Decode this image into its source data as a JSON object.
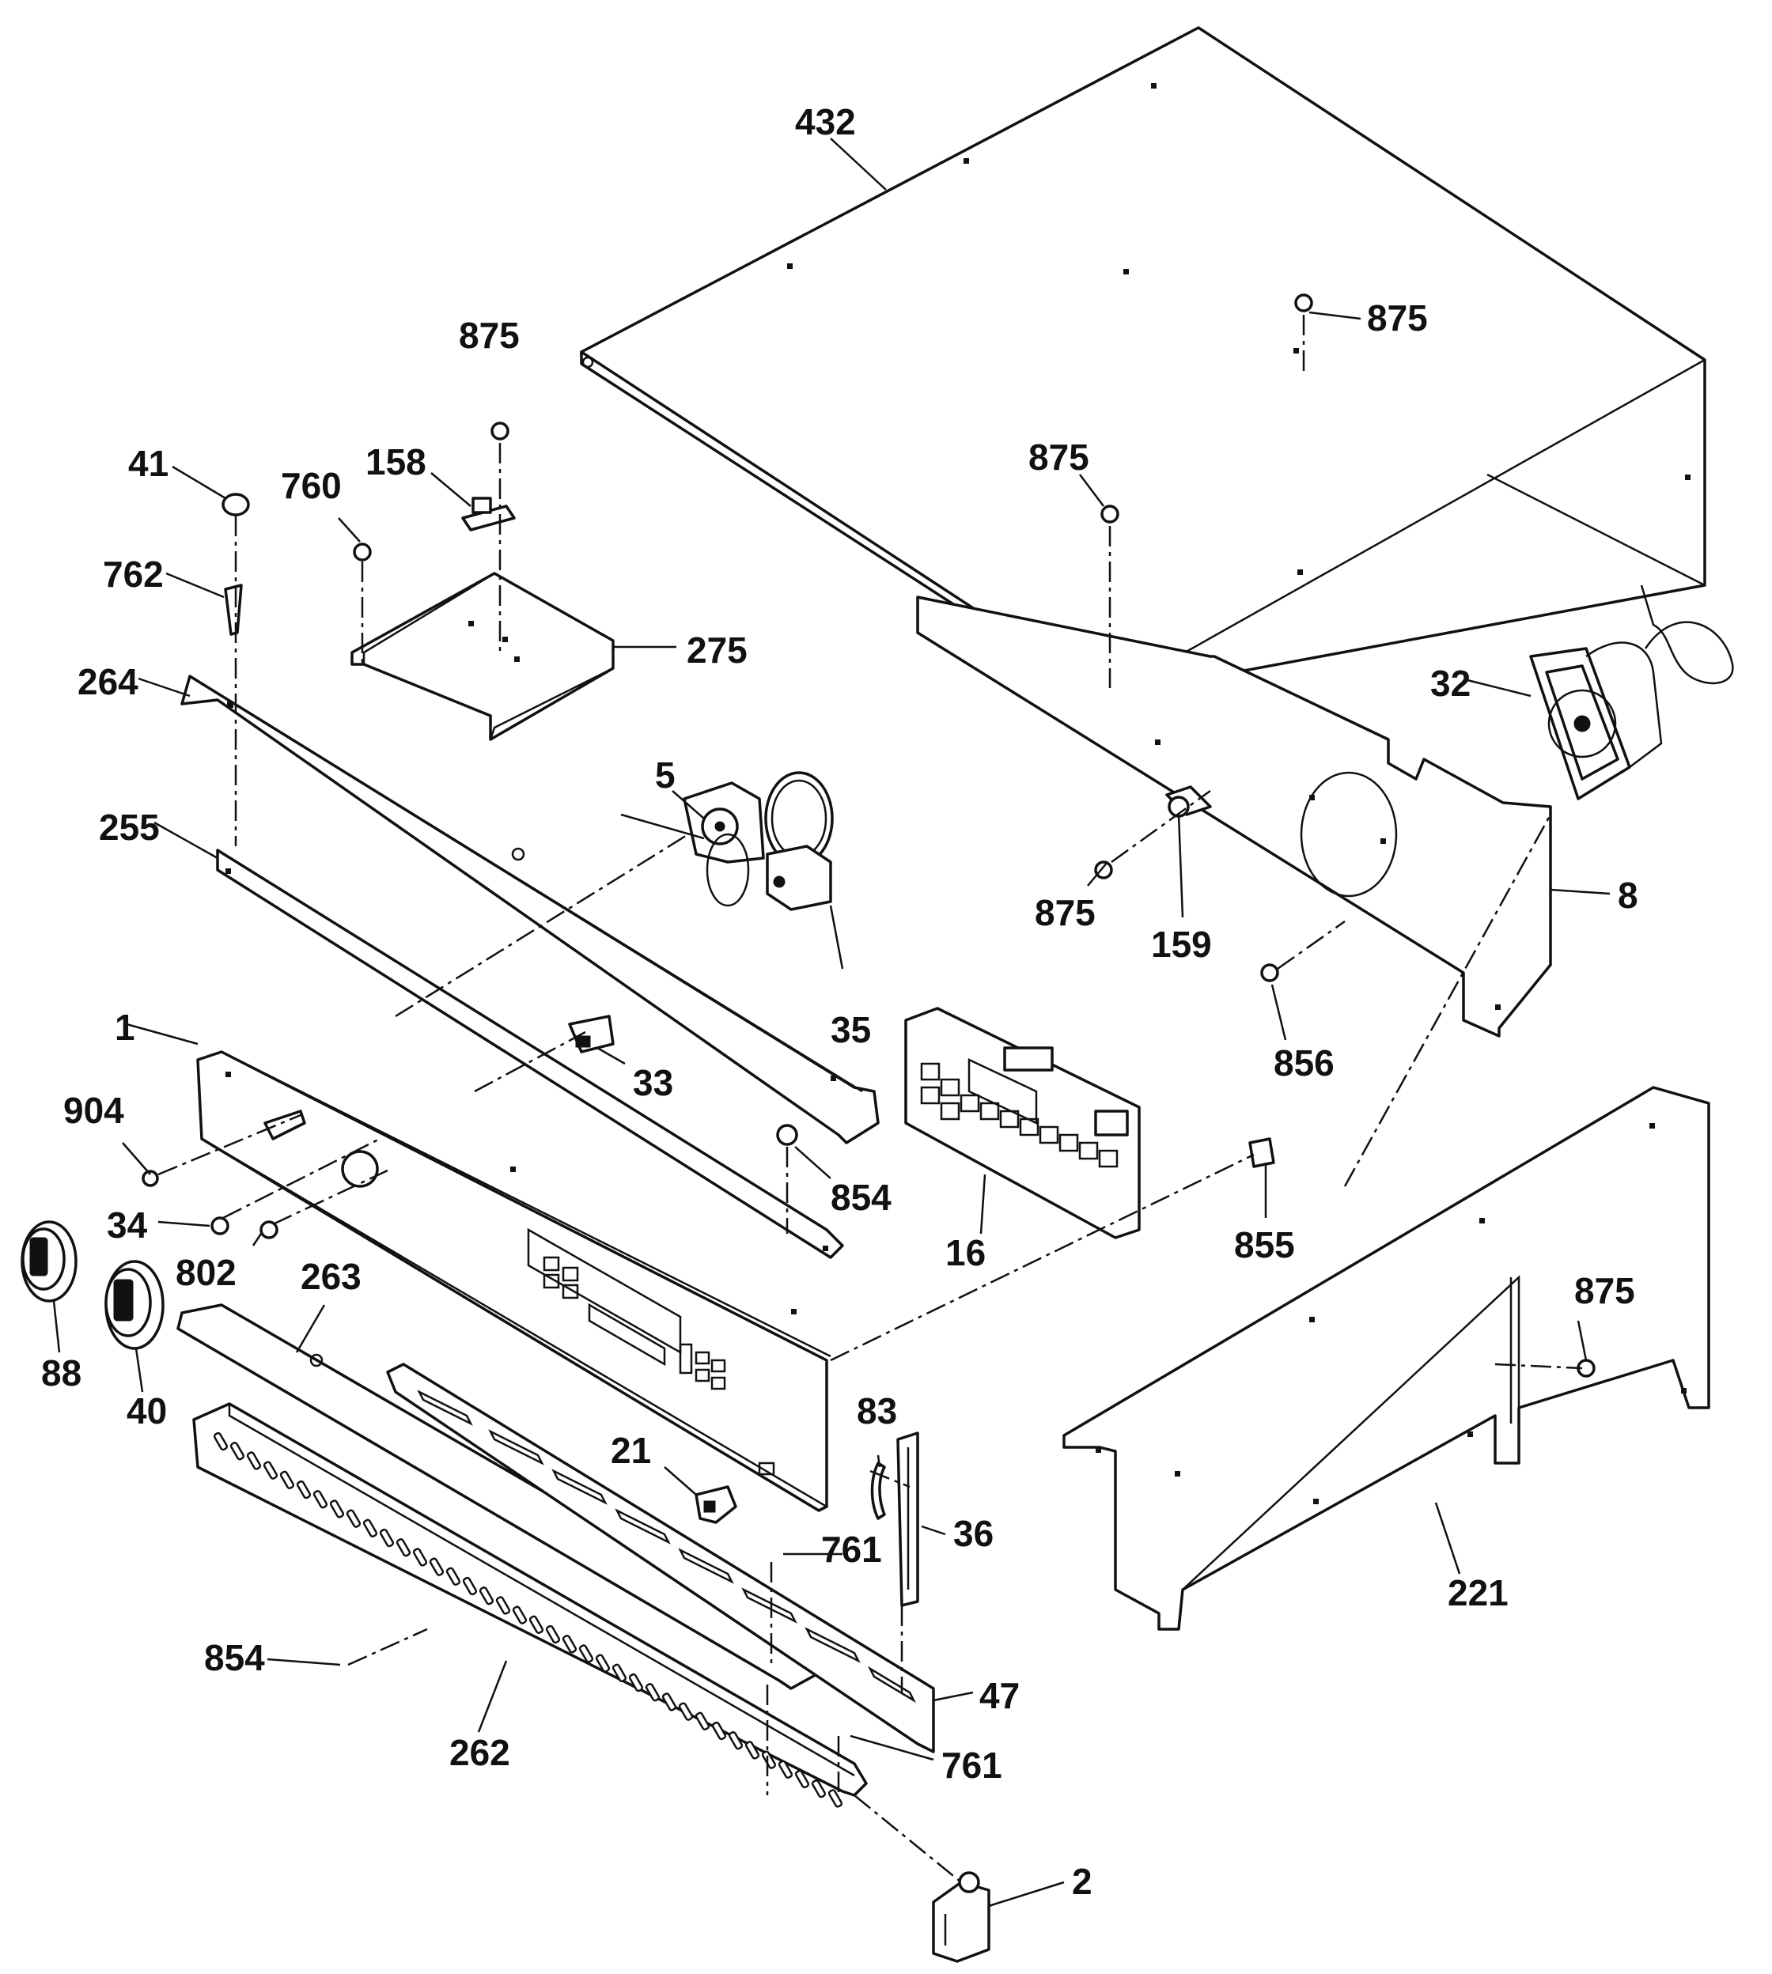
{
  "callouts": {
    "c432": "432",
    "c875a": "875",
    "c875b": "875",
    "c875c": "875",
    "c875d": "875",
    "c875e": "875",
    "c41": "41",
    "c760": "760",
    "c158": "158",
    "c762": "762",
    "c275": "275",
    "c264": "264",
    "c32": "32",
    "c5": "5",
    "c255": "255",
    "c8": "8",
    "c159": "159",
    "c35": "35",
    "c1": "1",
    "c856": "856",
    "c33": "33",
    "c904": "904",
    "c16": "16",
    "c854a": "854",
    "c34": "34",
    "c855": "855",
    "c802": "802",
    "c263": "263",
    "c88": "88",
    "c40": "40",
    "c83": "83",
    "c21": "21",
    "c761a": "761",
    "c36": "36",
    "c221": "221",
    "c854b": "854",
    "c47": "47",
    "c262": "262",
    "c761b": "761",
    "c2": "2"
  },
  "colors": {
    "ink": "#111111",
    "paper": "#ffffff"
  }
}
